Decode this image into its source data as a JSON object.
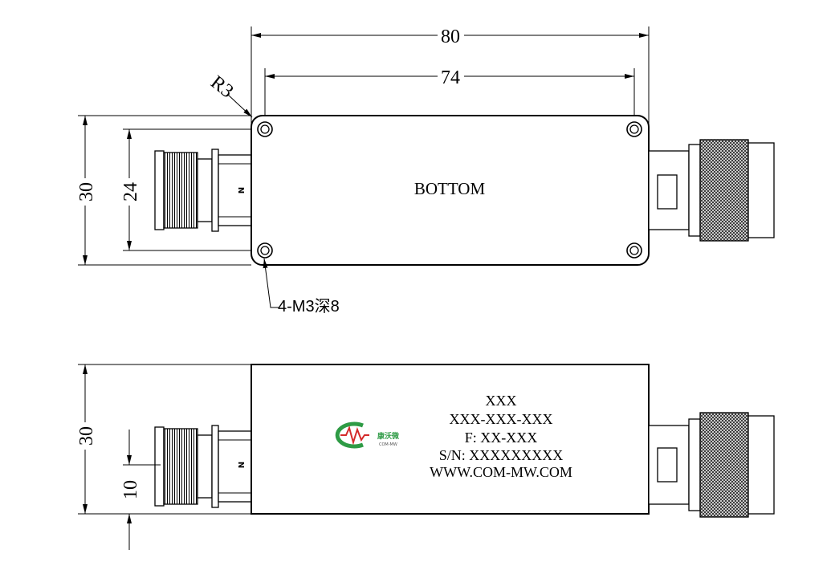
{
  "top_view": {
    "label": "BOTTOM",
    "dim_overall_length": "80",
    "dim_hole_spacing_length": "74",
    "dim_overall_width": "30",
    "dim_hole_spacing_width": "24",
    "corner_radius_note": "R3",
    "hole_note": "4-M3深8",
    "connector_mark": "N"
  },
  "side_view": {
    "dim_height": "30",
    "dim_connector_offset": "10",
    "connector_mark": "N",
    "logo": {
      "name_cn": "康沃微",
      "name_en": "COM-MW",
      "colors": {
        "green": "#2e9b45",
        "red": "#d42a2a",
        "gray": "#555555"
      }
    },
    "nameplate": {
      "line1": "XXX",
      "line2": "XXX-XXX-XXX",
      "line3": "F: XX-XXX",
      "line4": "S/N: XXXXXXXXX",
      "line5": "WWW.COM-MW.COM"
    }
  }
}
